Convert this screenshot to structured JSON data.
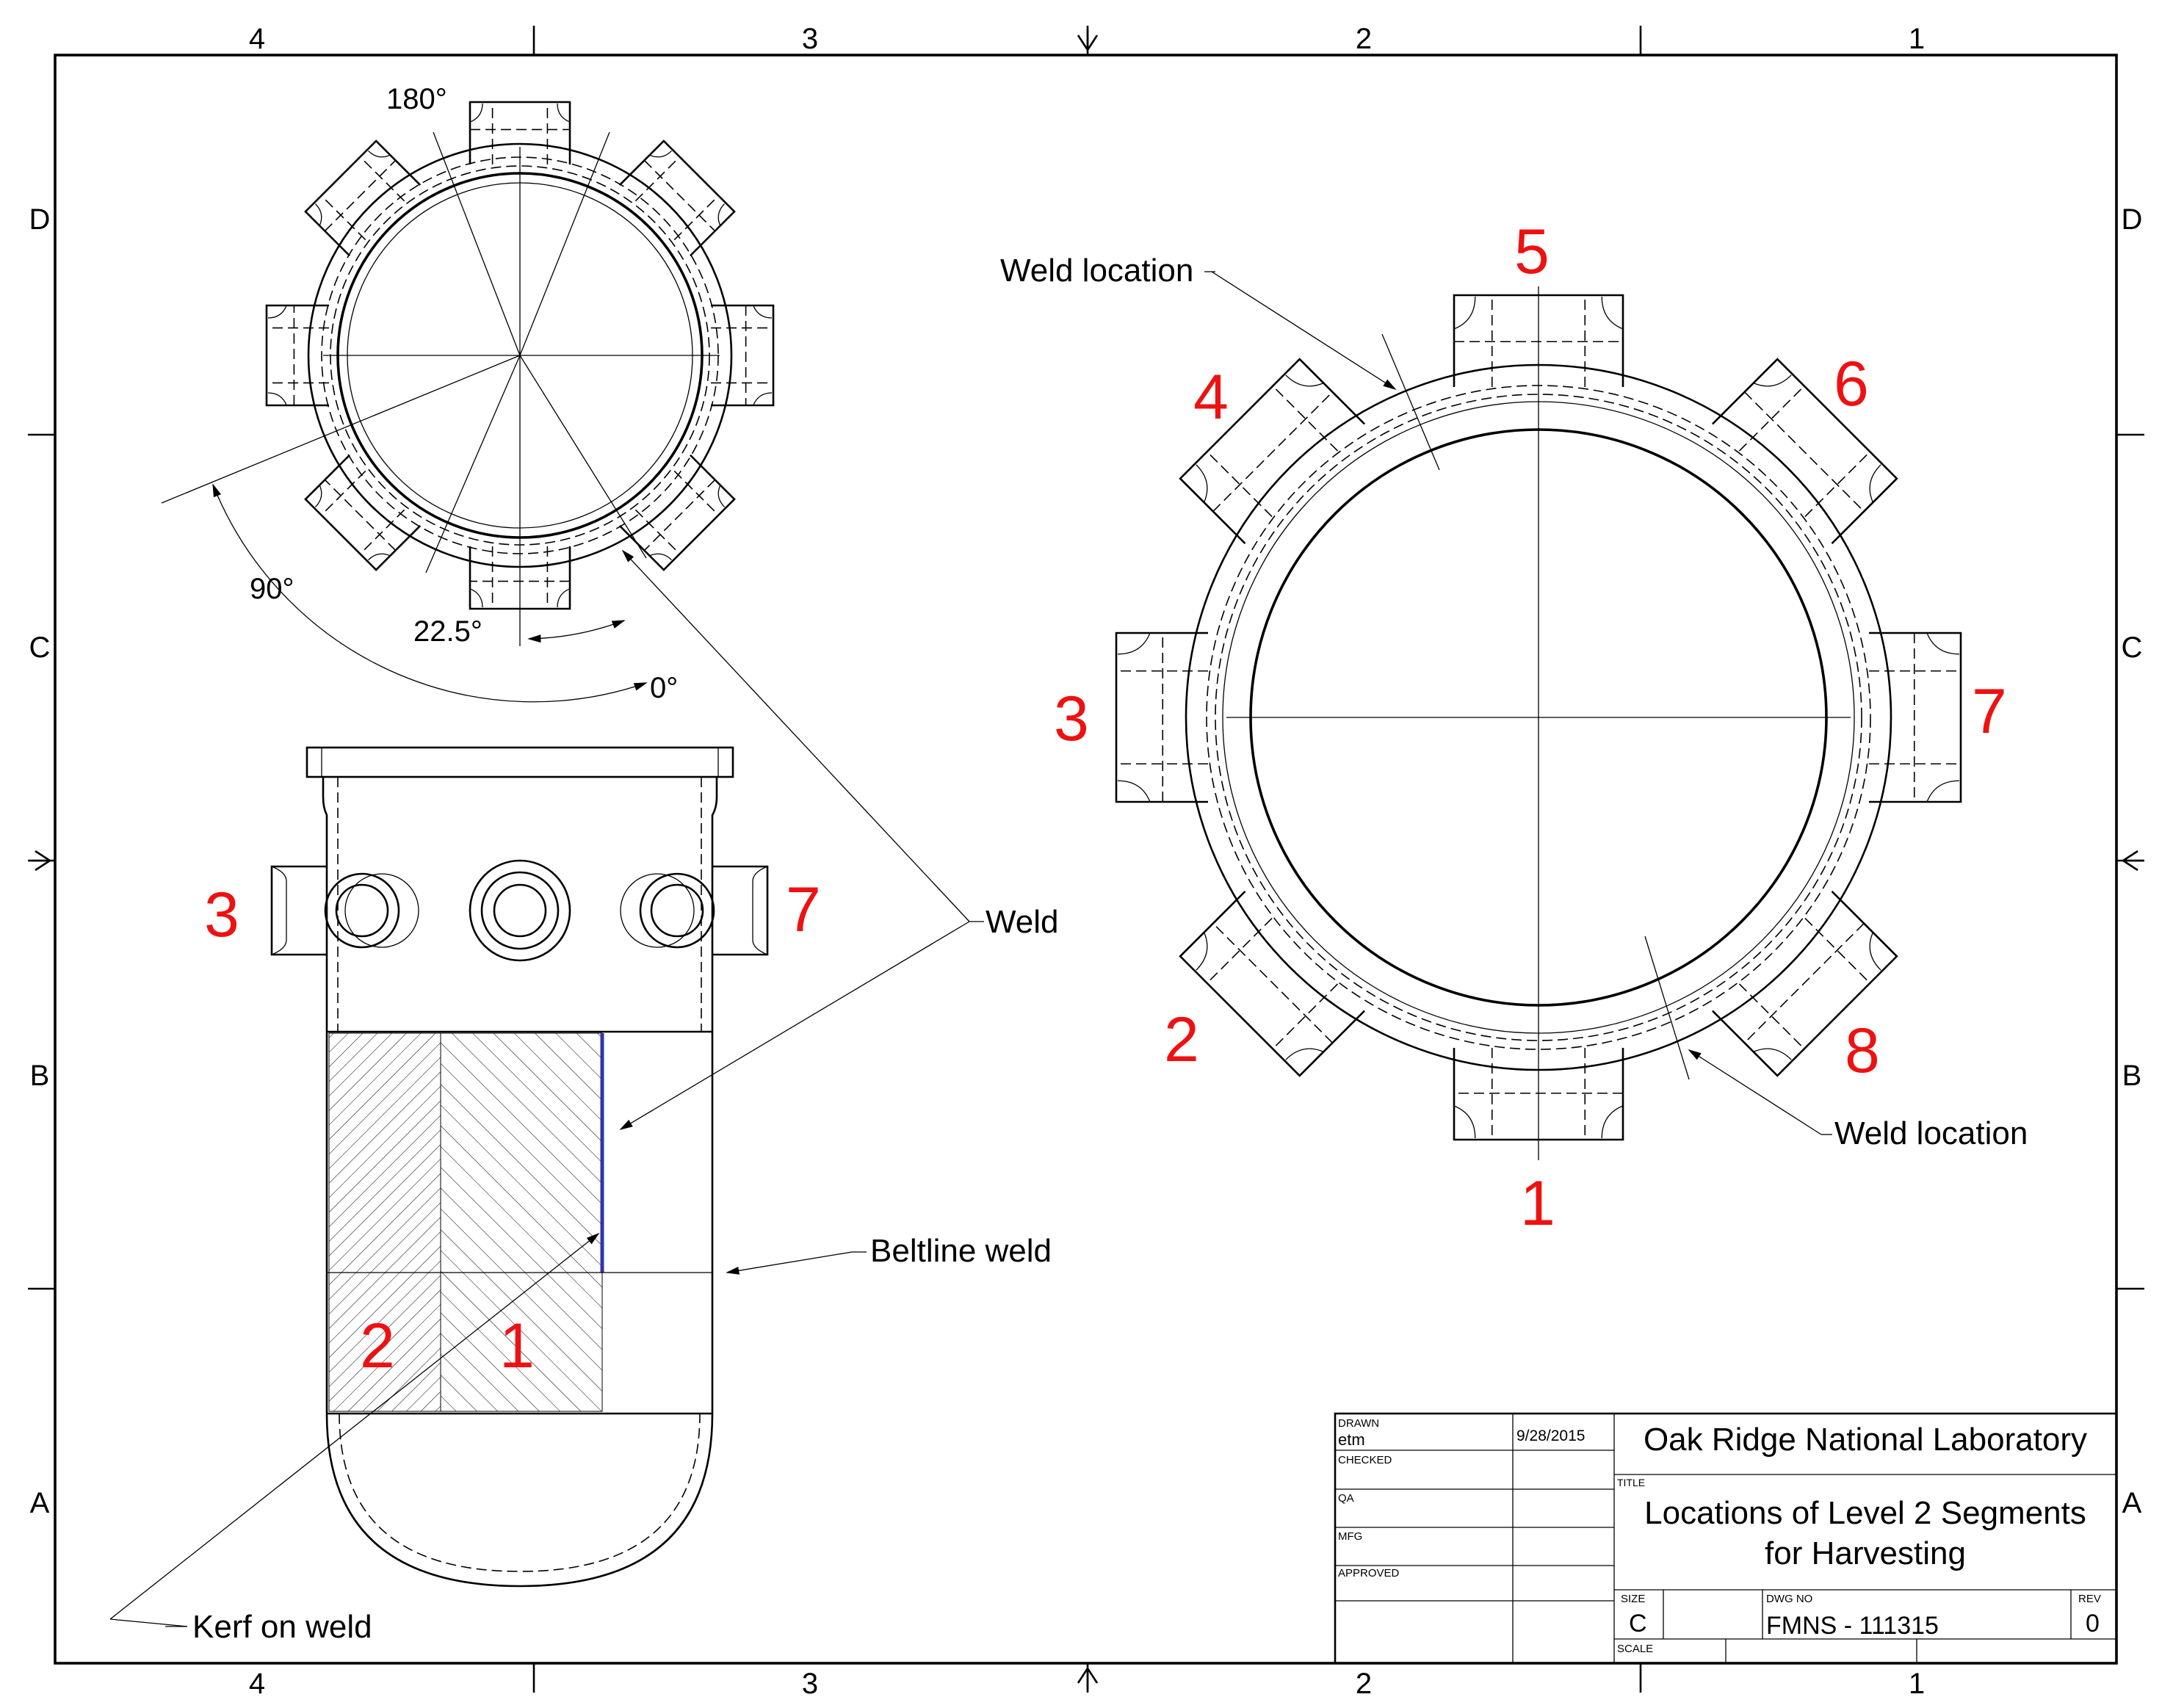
{
  "border": {
    "zones_top": [
      "4",
      "3",
      "2",
      "1"
    ],
    "zones_bottom": [
      "4",
      "3",
      "2",
      "1"
    ],
    "rows_left": [
      "D",
      "C",
      "B",
      "A"
    ],
    "rows_right": [
      "D",
      "C",
      "B",
      "A"
    ]
  },
  "top_left_view": {
    "angle_180": "180°",
    "angle_90": "90°",
    "angle_22": "22.5°",
    "angle_0": "0°"
  },
  "callouts": {
    "weld": "Weld",
    "beltline_weld": "Beltline weld",
    "kerf_on_weld": "Kerf on weld",
    "weld_location_top": "Weld location",
    "weld_location_bottom": "Weld location"
  },
  "side_view_segments": {
    "seg_3": "3",
    "seg_7": "7",
    "seg_2": "2",
    "seg_1": "1"
  },
  "plan_view_segments": {
    "seg_1": "1",
    "seg_2": "2",
    "seg_3": "3",
    "seg_4": "4",
    "seg_5": "5",
    "seg_6": "6",
    "seg_7": "7",
    "seg_8": "8"
  },
  "title_block": {
    "drawn_label": "DRAWN",
    "drawn_by": "etm",
    "drawn_date": "9/28/2015",
    "checked_label": "CHECKED",
    "qa_label": "QA",
    "mfg_label": "MFG",
    "approved_label": "APPROVED",
    "organization": "Oak Ridge National Laboratory",
    "title_label": "TITLE",
    "title_line1": "Locations of Level 2 Segments",
    "title_line2": "for Harvesting",
    "size_label": "SIZE",
    "size_value": "C",
    "dwg_no_label": "DWG NO",
    "dwg_no_value": "FMNS - 111315",
    "rev_label": "REV",
    "rev_value": "0",
    "scale_label": "SCALE"
  },
  "colors": {
    "segment_labels": "#ee1111",
    "kerf_line": "#3333aa",
    "linework": "#000000"
  }
}
